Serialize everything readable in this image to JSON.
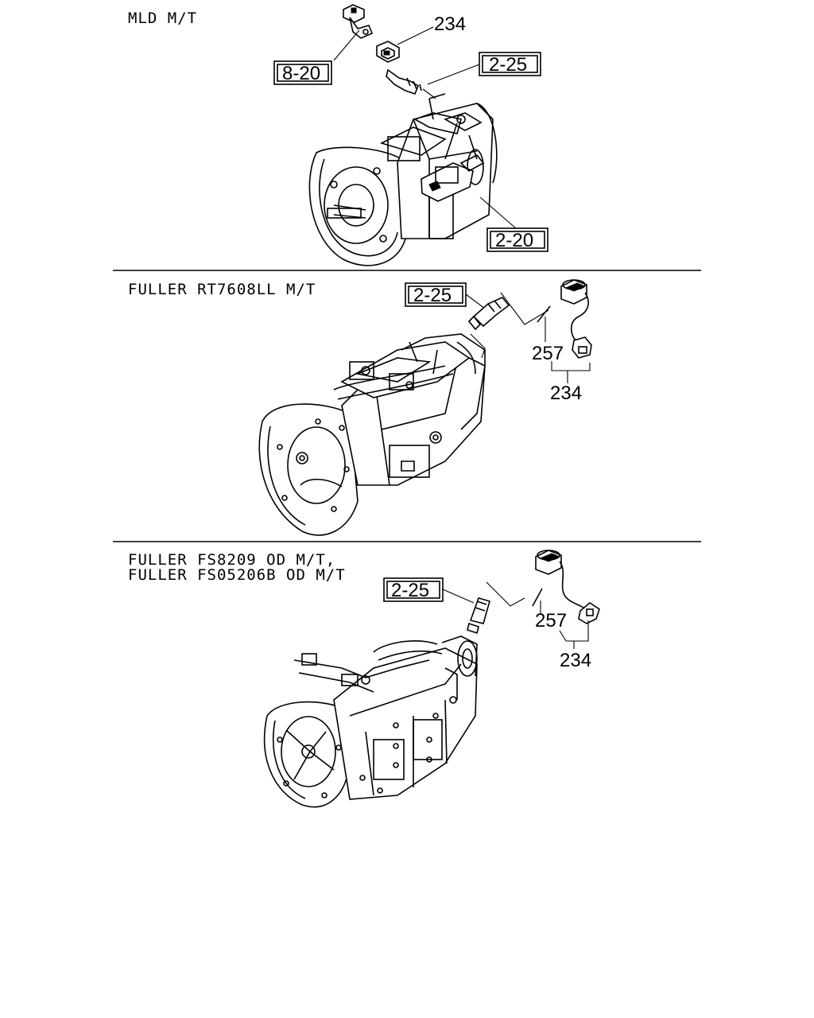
{
  "sections": [
    {
      "title": "MLD M/T",
      "refs": [
        "8-20",
        "2-25",
        "2-20"
      ],
      "parts": [
        "234"
      ]
    },
    {
      "title": "FULLER RT7608LL M/T",
      "refs": [
        "2-25"
      ],
      "parts": [
        "257",
        "234"
      ]
    },
    {
      "title_lines": [
        "FULLER FS8209 OD M/T,",
        "FULLER FS05206B OD M/T"
      ],
      "refs": [
        "2-25"
      ],
      "parts": [
        "257",
        "234"
      ]
    }
  ]
}
